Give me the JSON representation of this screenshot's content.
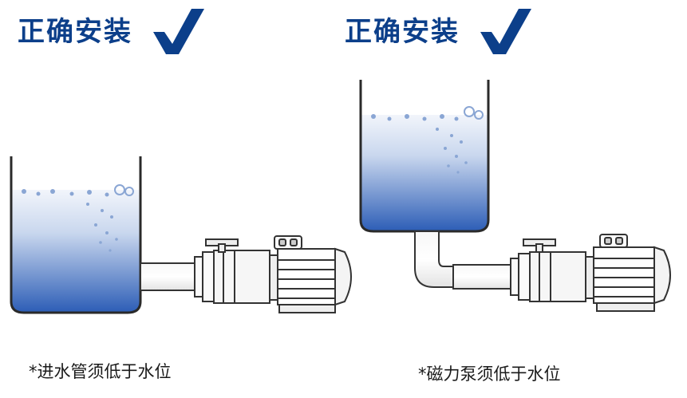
{
  "left_panel": {
    "title": "正确安装",
    "caption": "*进水管须低于水位"
  },
  "right_panel": {
    "title": "正确安装",
    "caption": "*磁力泵须低于水位"
  },
  "colors": {
    "title": "#0c3f8a",
    "check": "#0c3f8a",
    "water_top": "#e6edf7",
    "water_bottom": "#2d5fb8",
    "line": "#333333"
  },
  "icons": [
    "checkmark-icon",
    "water-bubbles"
  ]
}
